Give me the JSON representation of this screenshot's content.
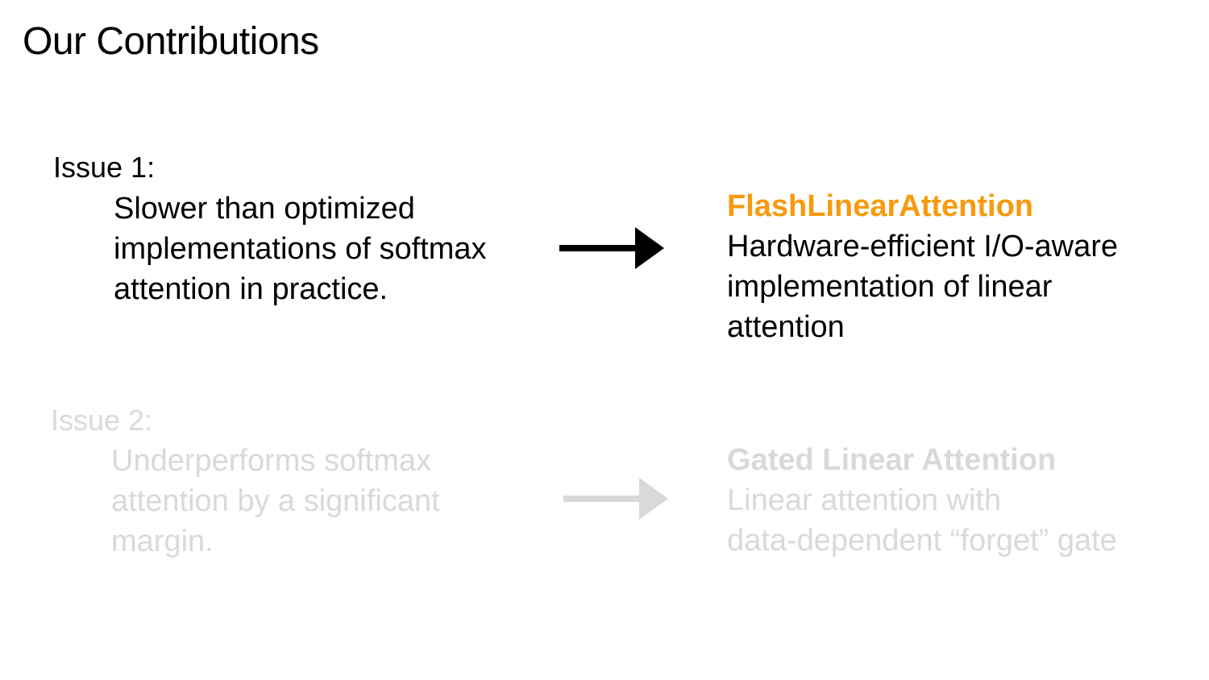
{
  "slide": {
    "title": "Our Contributions"
  },
  "issues": [
    {
      "label": "Issue 1:",
      "description_lines": [
        "Slower than optimized",
        "implementations of softmax",
        "attention in practice."
      ],
      "solution_name": "FlashLinearAttention",
      "solution_lines": [
        "Hardware-efficient I/O-aware",
        "implementation of linear",
        "attention"
      ]
    },
    {
      "label": "Issue 2:",
      "description_lines": [
        "Underperforms softmax",
        "attention by a significant",
        "margin."
      ],
      "solution_name": "Gated Linear Attention",
      "solution_lines": [
        "Linear attention with",
        "data-dependent “forget” gate"
      ]
    }
  ],
  "colors": {
    "text": "#000000",
    "accent": "#F79A0E",
    "dimmed": "#D9D9D9",
    "arrow_active": "#000000",
    "arrow_dimmed": "#D9D9D9"
  },
  "icons": {
    "arrow": "right-arrow-icon"
  }
}
